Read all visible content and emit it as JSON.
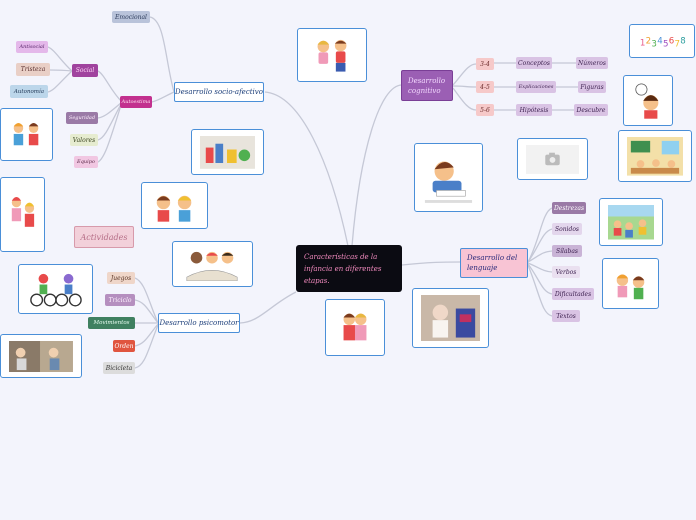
{
  "colors": {
    "background": "#f3f4fc",
    "link": "#c5c8d6",
    "accent_blue": "#4a8fd8"
  },
  "central": {
    "text": "Características de la infancia en diferentes etapas."
  },
  "topics": {
    "socio": "Desarrollo socio-afectivo",
    "cognitivo": "Desarrollo cognitivo",
    "lenguaje": "Desarrollo del lenguaje",
    "psicomotor": "Desarrollo psicomotor"
  },
  "socio": {
    "emocional": "Emocional",
    "social": "Social",
    "autoestima": "Autoestima",
    "antisocial": "Antisocial",
    "tristeza": "Tristeza",
    "autonomia": "Autonomía",
    "seguridad": "Seguridad",
    "valores": "Valores",
    "equipo": "Equipo"
  },
  "actividades": "Actividades",
  "cognitivo": {
    "ages": [
      "3-4",
      "4-5",
      "5-6"
    ],
    "col1": [
      "Conceptos",
      "Explicaciones",
      "Hipótesis"
    ],
    "col2": [
      "Números",
      "Figuras",
      "Descubre"
    ]
  },
  "lenguaje": [
    "Destrezas",
    "Sonidos",
    "Sílabas",
    "Verbos",
    "Dificultades",
    "Textos"
  ],
  "psicomotor": [
    "Juegos",
    "Triciclo",
    "Movimientos",
    "Orden",
    "Bicicleta"
  ]
}
